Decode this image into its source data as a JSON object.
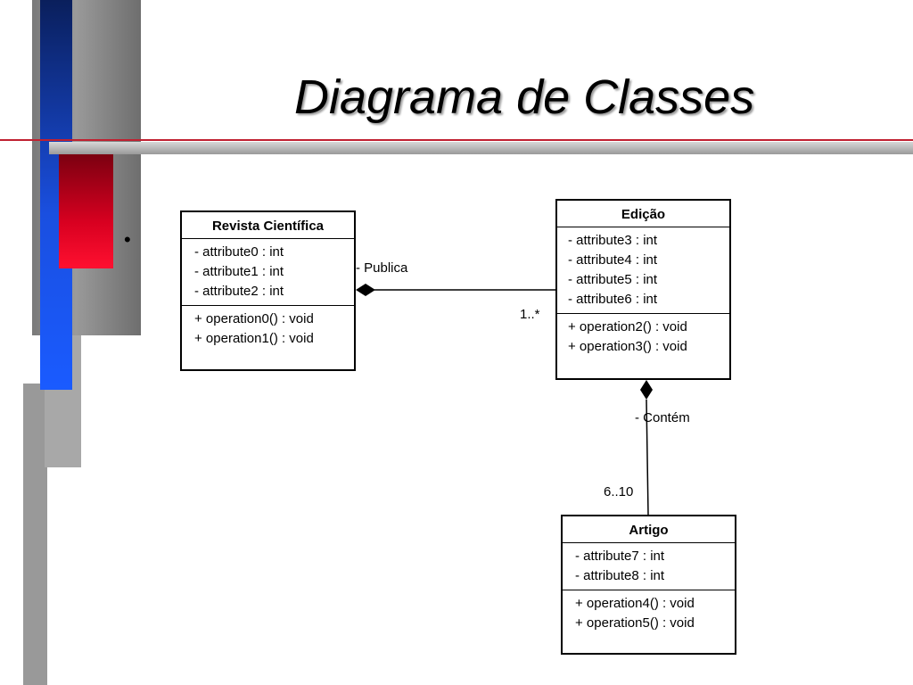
{
  "slide": {
    "title": "Diagrama de Classes",
    "bullet": "•"
  },
  "diagram": {
    "classes": [
      {
        "name": "Revista Científica",
        "attributes": [
          "- attribute0 : int",
          "- attribute1 : int",
          "- attribute2 : int"
        ],
        "operations": [
          "+ operation0() : void",
          "+ operation1() : void"
        ]
      },
      {
        "name": "Edição",
        "attributes": [
          "- attribute3 : int",
          "- attribute4 : int",
          "- attribute5 : int",
          "- attribute6 : int"
        ],
        "operations": [
          "+ operation2() : void",
          "+ operation3() : void"
        ]
      },
      {
        "name": "Artigo",
        "attributes": [
          "- attribute7 : int",
          "- attribute8 : int"
        ],
        "operations": [
          "+ operation4() : void",
          "+ operation5() : void"
        ]
      }
    ],
    "associations": [
      {
        "name": "- Publica",
        "type": "composition",
        "multiplicity": "1..*"
      },
      {
        "name": "- Contém",
        "type": "composition",
        "multiplicity": "6..10"
      }
    ]
  },
  "colors": {
    "accent_blue": "#1a4fe0",
    "accent_red": "#d80020",
    "rule_red": "#c02030",
    "gray": "#9a9a9a"
  }
}
